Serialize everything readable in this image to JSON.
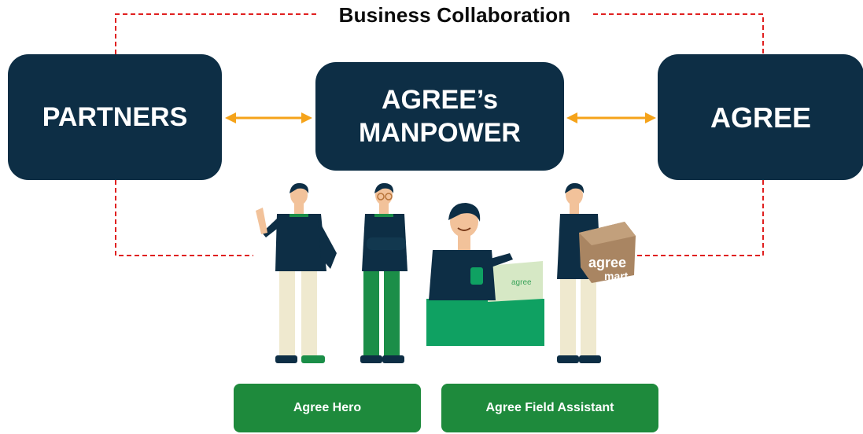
{
  "title": "Business Collaboration",
  "boxes": {
    "partners": "PARTNERS",
    "manpower_line1": "AGREE’s",
    "manpower_line2": "MANPOWER",
    "agree": "AGREE"
  },
  "figures": {
    "laptop_brand": "agree",
    "box_brand_line1": "agree",
    "box_brand_line2": "mart"
  },
  "buttons": {
    "hero": "Agree Hero",
    "field_assistant": "Agree Field Assistant"
  },
  "colors": {
    "box_bg": "#0d2e45",
    "arrow": "#f5a31a",
    "dashed_line": "#e02020",
    "button_bg": "#1e8a3c",
    "jacket": "#0d2e45",
    "pants_cream": "#efe9cf",
    "pants_green": "#1b8e48"
  }
}
